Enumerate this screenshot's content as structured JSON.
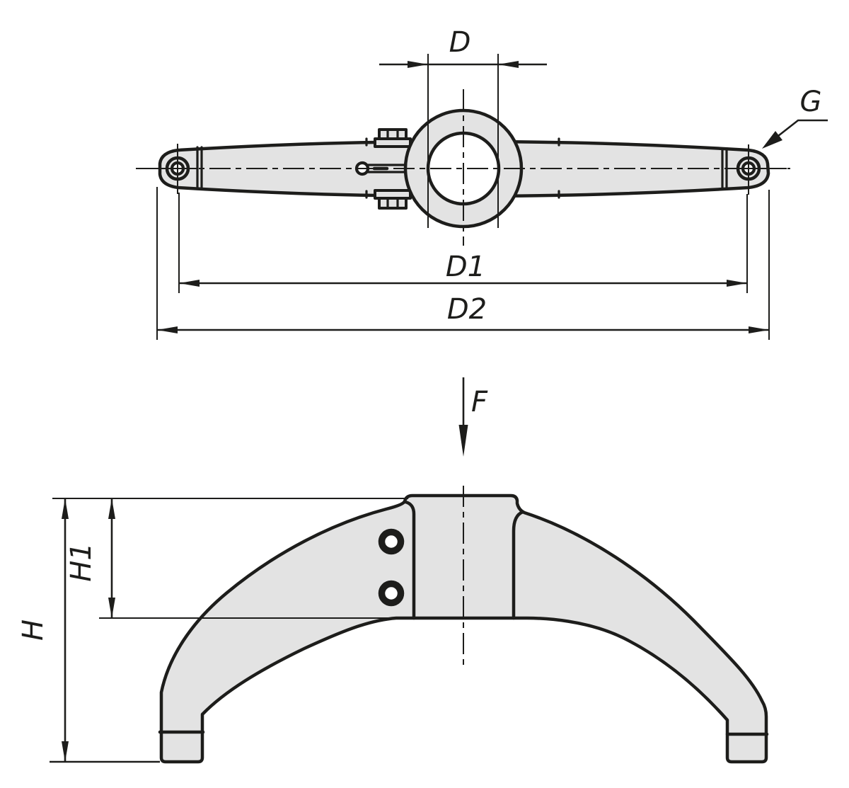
{
  "drawing": {
    "labels": {
      "d": "D",
      "d1": "D1",
      "d2": "D2",
      "g": "G",
      "f": "F",
      "h": "H",
      "h1": "H1"
    },
    "colors": {
      "line": "#1d1d1b",
      "fill": "#e3e3e3",
      "hole": "#ffffff",
      "bg": "#ffffff"
    }
  }
}
